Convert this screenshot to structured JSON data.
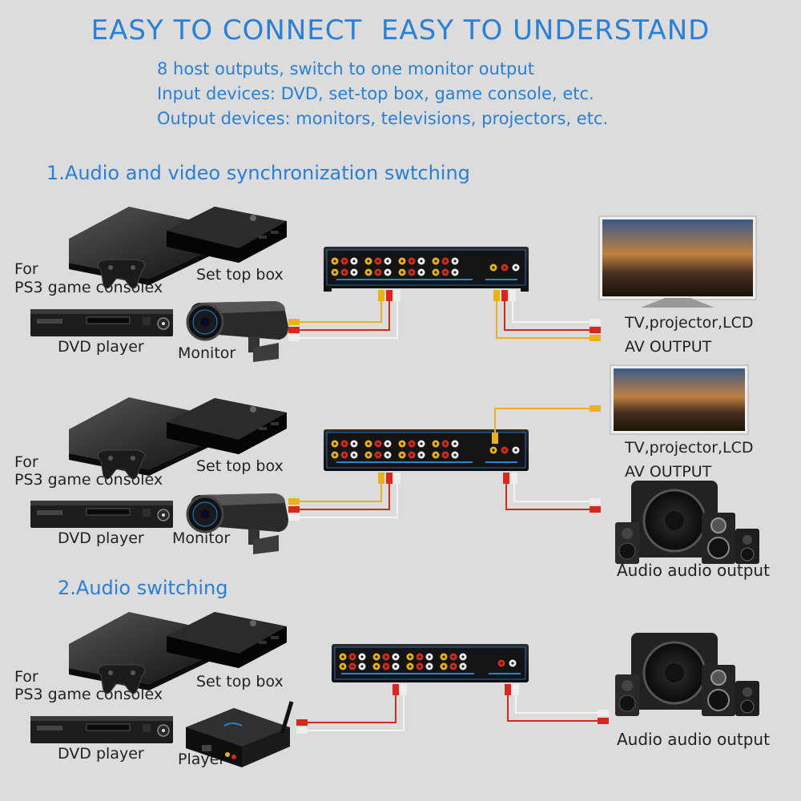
{
  "title": "EASY TO CONNECT  EASY TO UNDERSTAND",
  "intro": [
    "8 host outputs, switch to one monitor output",
    "Input devices: DVD, set-top box, game console, etc.",
    "Output devices: monitors, televisions, projectors, etc."
  ],
  "section1": "1.Audio and video synchronization swtching",
  "section2": "2.Audio switching",
  "labels": {
    "for": "For",
    "ps3": "PS3 game consolex",
    "settop": "Set top box",
    "dvd": "DVD player",
    "monitor": "Monitor",
    "player": "Player",
    "tv": "TV,projector,LCD",
    "av": "AV OUTPUT",
    "audio": "Audio audio output"
  },
  "colors": {
    "accent": "#2a7fd6",
    "cable_yellow": "#e8b21a",
    "cable_red": "#d42a1e",
    "cable_white": "#f4f4f4"
  }
}
